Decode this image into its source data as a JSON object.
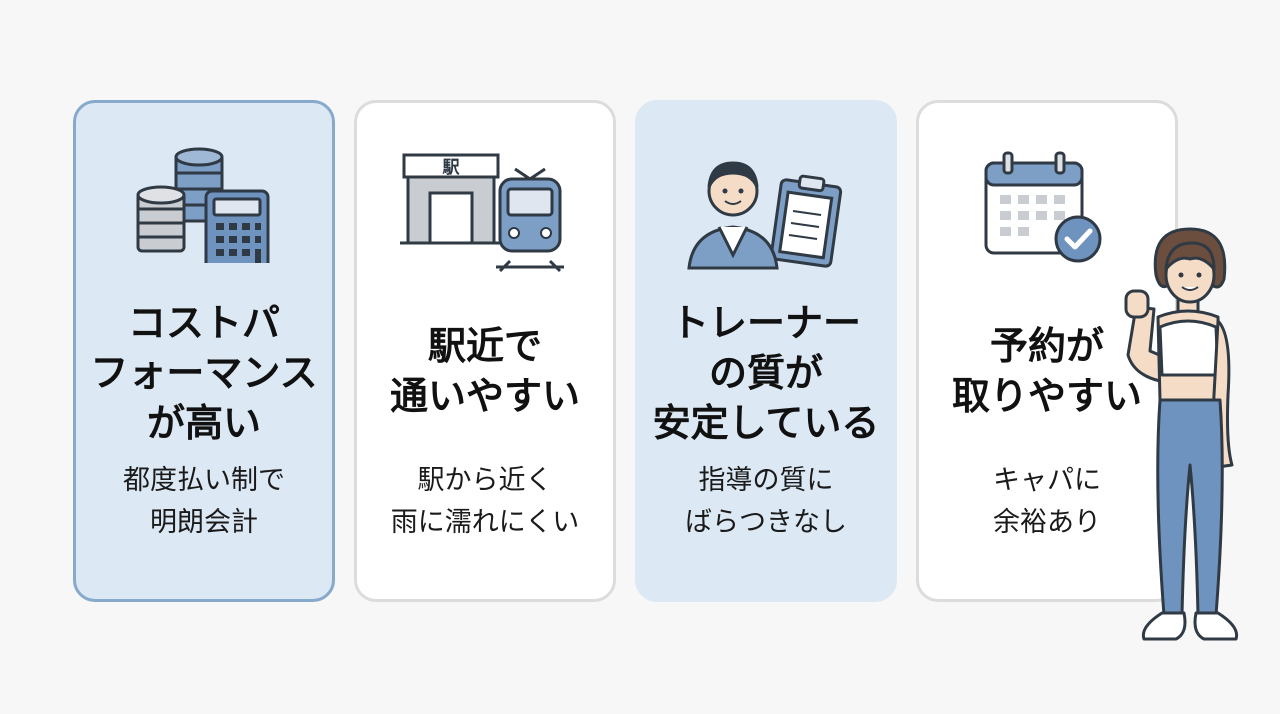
{
  "cards": [
    {
      "title_lines": [
        "コストパ",
        "フォーマンス",
        "が高い"
      ],
      "desc_lines": [
        "都度払い制で",
        "明朗会計"
      ],
      "icon": "coins-calculator-icon"
    },
    {
      "title_lines": [
        "駅近で",
        "通いやすい"
      ],
      "desc_lines": [
        "駅から近く",
        "雨に濡れにくい"
      ],
      "icon": "station-train-icon",
      "station_sign": "駅"
    },
    {
      "title_lines": [
        "トレーナー",
        "の質が",
        "安定している"
      ],
      "desc_lines": [
        "指導の質に",
        "ばらつきなし"
      ],
      "icon": "trainer-clipboard-icon"
    },
    {
      "title_lines": [
        "予約が",
        "取りやすい"
      ],
      "desc_lines": [
        "キャパに",
        "余裕あり"
      ],
      "icon": "calendar-check-icon"
    }
  ],
  "colors": {
    "accent": "#6f93bf",
    "highlight_bg": "#dce8f4",
    "dark": "#2f3a45"
  }
}
